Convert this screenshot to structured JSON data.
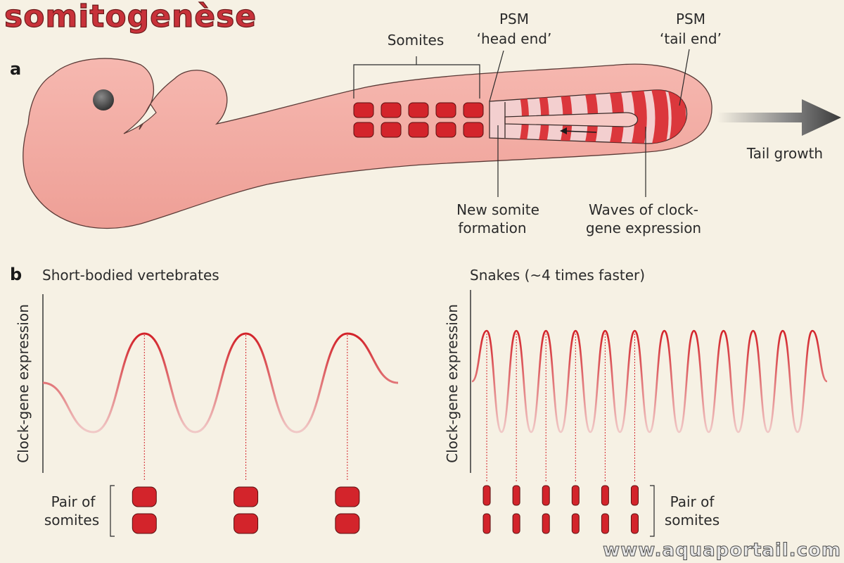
{
  "title": "somitogenèse",
  "watermark": "www.aquaportail.com",
  "colors": {
    "background": "#f6f1e4",
    "embryo": "#f0a8a0",
    "somite": "#d3242b",
    "wave_red": "#d8262b",
    "wave_light": "#f3cfcf"
  },
  "panel_a": {
    "letter": "a",
    "labels": {
      "somites": "Somites",
      "psm_head_1": "PSM",
      "psm_head_2": "‘head end’",
      "psm_tail_1": "PSM",
      "psm_tail_2": "‘tail end’",
      "new_somite_1": "New somite",
      "new_somite_2": "formation",
      "waves_1": "Waves of clock-",
      "waves_2": "gene expression",
      "tail_growth": "Tail growth"
    }
  },
  "panel_b": {
    "letter": "b",
    "left": {
      "title": "Short-bodied vertebrates",
      "ylabel": "Clock-gene expression",
      "pair_label_1": "Pair of",
      "pair_label_2": "somites"
    },
    "right": {
      "title": "Snakes (~4 times faster)",
      "ylabel": "Clock-gene expression",
      "pair_label_1": "Pair of",
      "pair_label_2": "somites"
    }
  },
  "chart_data": [
    {
      "type": "line",
      "title": "Short-bodied vertebrates",
      "ylabel": "Clock-gene expression",
      "xlabel": "",
      "peaks": 3,
      "somite_pairs": 3,
      "series": [
        {
          "values": [
            0.5,
            0,
            1,
            0,
            1,
            0,
            1,
            0.5
          ]
        }
      ]
    },
    {
      "type": "line",
      "title": "Snakes (~4 times faster)",
      "ylabel": "Clock-gene expression",
      "xlabel": "",
      "peaks": 12,
      "somite_pairs": 6,
      "series": [
        {
          "values": [
            0.5,
            1,
            0,
            1,
            0,
            1,
            0,
            1,
            0,
            1,
            0,
            1,
            0,
            1,
            0,
            1,
            0,
            1,
            0,
            1,
            0,
            1,
            0,
            1,
            0.5
          ]
        }
      ]
    }
  ]
}
